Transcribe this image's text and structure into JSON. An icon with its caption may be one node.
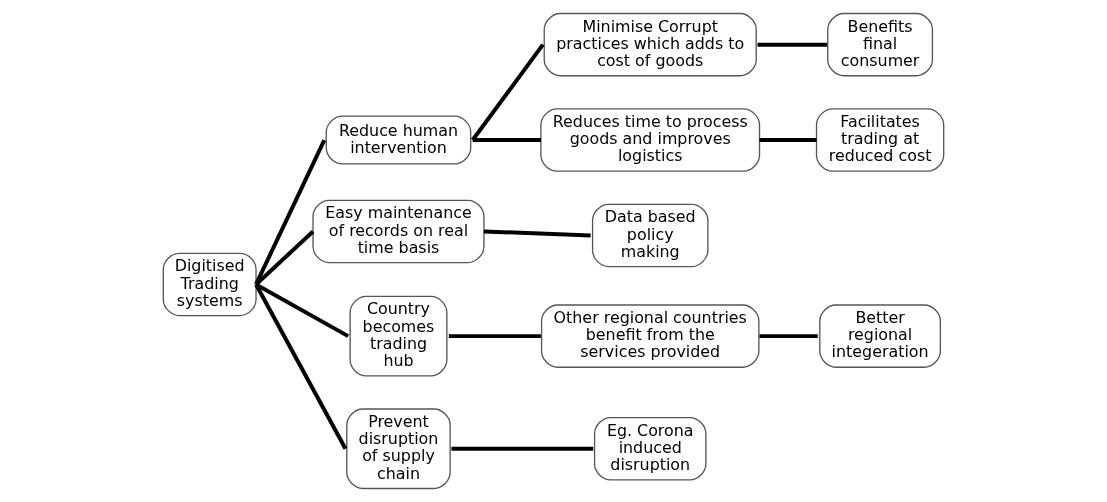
{
  "diagram": {
    "nodes": [
      {
        "text": [
          "Digitised Trading systems"
        ]
      },
      {
        "text": [
          "Reduce human intervention"
        ]
      },
      {
        "text": [
          "Minimise Corrupt practices which adds to cost of goods"
        ]
      },
      {
        "text": [
          "Benefits final consumer"
        ]
      },
      {
        "text": [
          "Reduces time to process goods and improves logistics"
        ]
      },
      {
        "text": [
          "Facilitates trading at reduced cost"
        ]
      },
      {
        "text": [
          "Easy maintenance of records on real time basis"
        ]
      },
      {
        "text": [
          "Data based policy making"
        ]
      },
      {
        "text": [
          "Country becomes trading hub"
        ]
      },
      {
        "text": [
          "Other regional countries benefit from the services provided"
        ]
      },
      {
        "text": [
          "Better regional integeration"
        ]
      },
      {
        "text": [
          "Prevent disruption of supply chain"
        ]
      },
      {
        "text": [
          "Eg. Corona induced disruption"
        ]
      }
    ],
    "edges": [
      {
        "from": 0,
        "to": 1,
        "arrow": "none"
      },
      {
        "from": 0,
        "to": 6,
        "arrow": "none"
      },
      {
        "from": 0,
        "to": 8,
        "arrow": "none"
      },
      {
        "from": 0,
        "to": 11,
        "arrow": "none"
      },
      {
        "from": 1,
        "to": 2,
        "arrow": "none"
      },
      {
        "from": 1,
        "to": 4,
        "arrow": "none"
      },
      {
        "from": 2,
        "to": 3,
        "arrow": "none"
      },
      {
        "from": 4,
        "to": 5,
        "arrow": "none"
      },
      {
        "from": 6,
        "to": 7,
        "arrow": "none"
      },
      {
        "from": 8,
        "to": 9,
        "arrow": "none"
      },
      {
        "from": 9,
        "to": 10,
        "arrow": "none"
      },
      {
        "from": 11,
        "to": 12,
        "arrow": "none"
      }
    ]
  }
}
